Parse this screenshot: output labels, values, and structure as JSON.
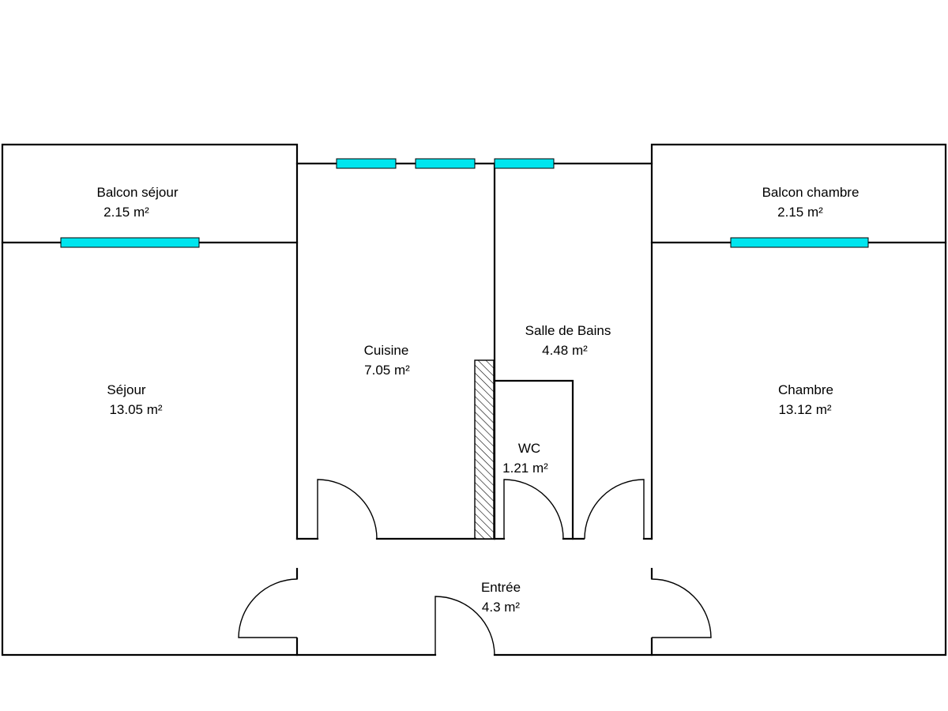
{
  "colors": {
    "wall": "#000000",
    "window": "#00E5EE",
    "background": "#FFFFFF"
  },
  "rooms": {
    "balcon_sejour": {
      "name": "Balcon séjour",
      "area": "2.15  m²"
    },
    "balcon_chambre": {
      "name": "Balcon chambre",
      "area": "2.15  m²"
    },
    "sejour": {
      "name": "Séjour",
      "area": "13.05  m²"
    },
    "cuisine": {
      "name": "Cuisine",
      "area": "7.05  m²"
    },
    "salle_de_bains": {
      "name": "Salle de Bains",
      "area": "4.48  m²"
    },
    "wc": {
      "name": "WC",
      "area": "1.21  m²"
    },
    "chambre": {
      "name": "Chambre",
      "area": "13.12  m²"
    },
    "entree": {
      "name": "Entrée",
      "area": "4.3  m²"
    }
  }
}
